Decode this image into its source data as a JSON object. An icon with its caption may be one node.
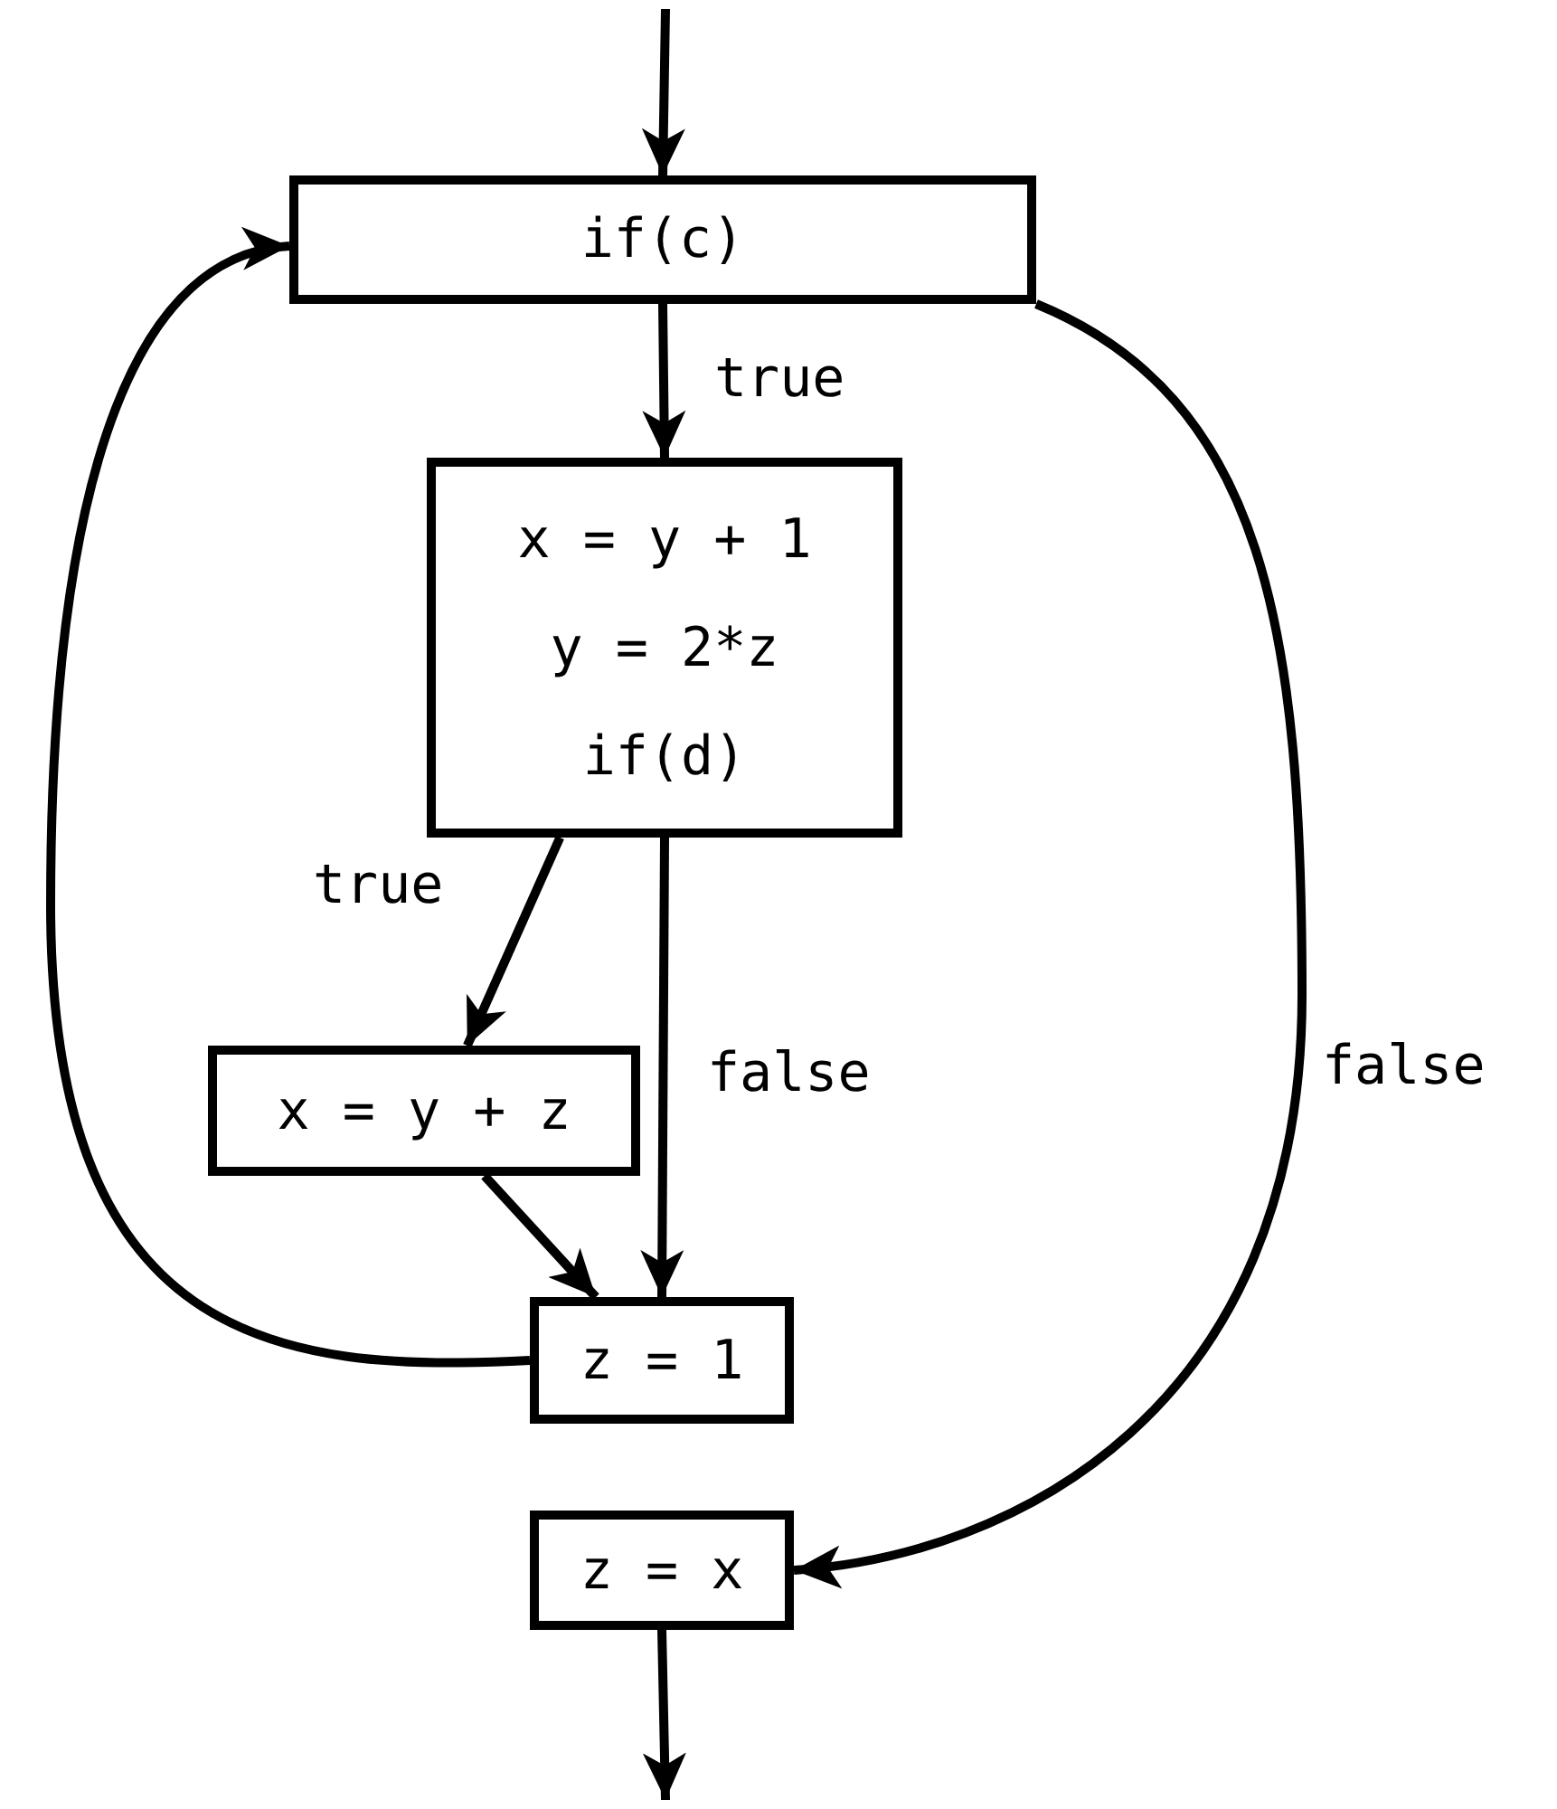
{
  "diagram": {
    "nodes": [
      {
        "text": [
          "if(c)"
        ]
      },
      {
        "text": [
          "x = y + 1",
          "y = 2*z",
          "if(d)"
        ]
      },
      {
        "text": [
          "x = y + z"
        ]
      },
      {
        "text": [
          "z = 1"
        ]
      },
      {
        "text": [
          "z = x"
        ]
      }
    ],
    "edges": [
      {
        "from": null,
        "to": 0,
        "arrow": "to"
      },
      {
        "from": 0,
        "to": 1,
        "arrow": "to",
        "label": "true"
      },
      {
        "from": 1,
        "to": 2,
        "arrow": "to",
        "label": "true"
      },
      {
        "from": 1,
        "to": 3,
        "arrow": "to",
        "label": "false"
      },
      {
        "from": 2,
        "to": 3,
        "arrow": "to"
      },
      {
        "from": 3,
        "to": 0,
        "arrow": "to"
      },
      {
        "from": 0,
        "to": 4,
        "arrow": "to",
        "label": "false"
      },
      {
        "from": 4,
        "to": null,
        "arrow": "to"
      }
    ]
  }
}
